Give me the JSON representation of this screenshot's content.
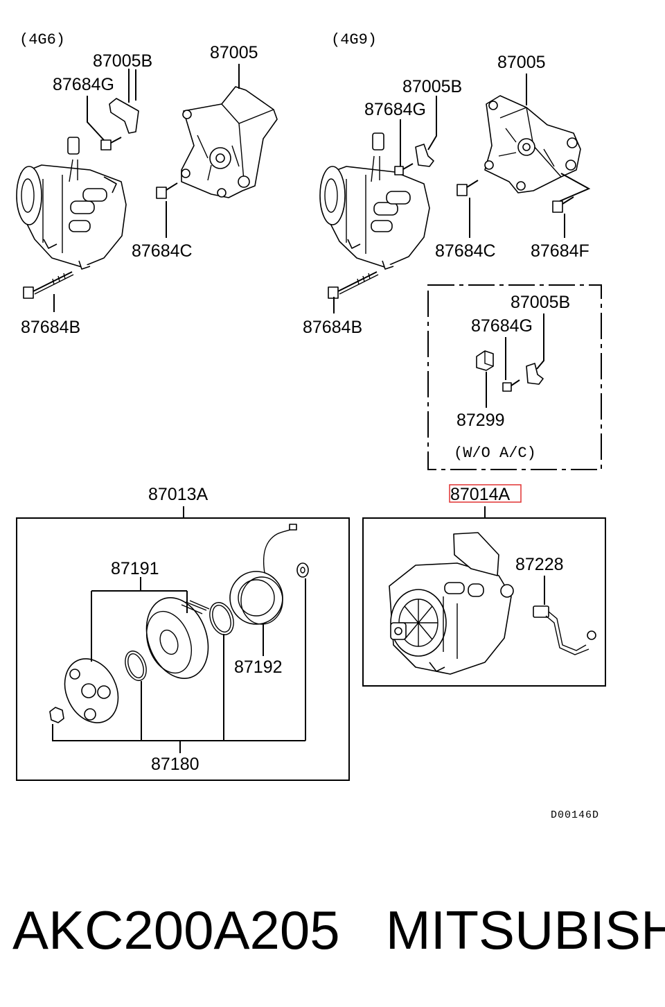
{
  "diagram": {
    "groups": {
      "left_engine": "(4G6)",
      "right_engine": "(4G9)",
      "without_ac": "(W/O  A/C)"
    },
    "labels": {
      "l_87005B": "87005B",
      "l_87684G": "87684G",
      "l_87005": "87005",
      "l_87684C": "87684C",
      "l_87684B": "87684B",
      "r_87005": "87005",
      "r_87005B": "87005B",
      "r_87684G": "87684G",
      "r_87684C": "87684C",
      "r_87684F": "87684F",
      "r_87684B": "87684B",
      "box_87005B": "87005B",
      "box_87684G": "87684G",
      "box_87299": "87299",
      "clutch_assy": "87013A",
      "clutch_87191": "87191",
      "clutch_87192": "87192",
      "clutch_87180": "87180",
      "compressor_assy": "87014A",
      "compressor_87228": "87228"
    },
    "highlight_color": "#e03030",
    "drawing_code": "D00146D"
  },
  "footer": {
    "part_number": "AKC200A205",
    "brand": "MITSUBISHI"
  }
}
